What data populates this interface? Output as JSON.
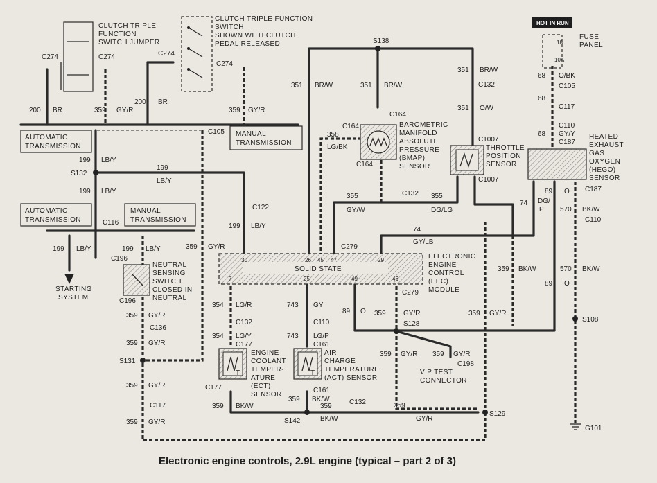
{
  "title": "Electronic engine controls, 2.9L engine (typical – part 2 of 3)",
  "hot_badge": "HOT IN RUN",
  "fuse_panel": {
    "label_1": "FUSE",
    "label_2": "PANEL",
    "fuse_18": "18",
    "fuse_10a": "10A"
  },
  "components": {
    "jumper_1": "CLUTCH TRIPLE",
    "jumper_2": "FUNCTION",
    "jumper_3": "SWITCH JUMPER",
    "cts_1": "CLUTCH TRIPLE FUNCTION",
    "cts_2": "SWITCH",
    "cts_3": "SHOWN WITH CLUTCH",
    "cts_4": "PEDAL RELEASED",
    "auto_trans_1_a": "AUTOMATIC",
    "auto_trans_1_b": "TRANSMISSION",
    "manual_trans_1_a": "MANUAL",
    "manual_trans_1_b": "TRANSMISSION",
    "auto_trans_2_a": "AUTOMATIC",
    "auto_trans_2_b": "TRANSMISSION",
    "manual_trans_2_a": "MANUAL",
    "manual_trans_2_b": "TRANSMISSION",
    "starting_1": "STARTING",
    "starting_2": "SYSTEM",
    "nss_1": "NEUTRAL",
    "nss_2": "SENSING",
    "nss_3": "SWITCH",
    "nss_4": "CLOSED IN",
    "nss_5": "NEUTRAL",
    "bmap_1": "BAROMETRIC",
    "bmap_2": "MANIFOLD",
    "bmap_3": "ABSOLUTE",
    "bmap_4": "PRESSURE",
    "bmap_5": "(BMAP)",
    "bmap_6": "SENSOR",
    "tps_1": "THROTTLE",
    "tps_2": "POSITION",
    "tps_3": "SENSOR",
    "hego_1": "HEATED",
    "hego_2": "EXHAUST",
    "hego_3": "GAS",
    "hego_4": "OXYGEN",
    "hego_5": "(HEGO)",
    "hego_6": "SENSOR",
    "eec_1": "ELECTRONIC",
    "eec_2": "ENGINE",
    "eec_3": "CONTROL",
    "eec_4": "(EEC)",
    "eec_5": "MODULE",
    "solid_state": "SOLID STATE",
    "ect_1": "ENGINE",
    "ect_2": "COOLANT",
    "ect_3": "TEMPER-",
    "ect_4": "ATURE",
    "ect_5": "(ECT)",
    "ect_6": "SENSOR",
    "act_1": "AIR",
    "act_2": "CHARGE",
    "act_3": "TEMPERATURE",
    "act_4": "(ACT) SENSOR",
    "vip_1": "VIP TEST",
    "vip_2": "CONNECTOR",
    "sensor_t": "T"
  },
  "connectors": {
    "c274": "C274",
    "c105": "C105",
    "c116": "C116",
    "c196": "C196",
    "c136": "C136",
    "c117": "C117",
    "c122": "C122",
    "c132": "C132",
    "c110": "C110",
    "c177": "C177",
    "c161": "C161",
    "c164": "C164",
    "c1007": "C1007",
    "c279": "C279",
    "c187": "C187",
    "c198": "C198"
  },
  "splices": {
    "s138": "S138",
    "s132": "S132",
    "s131": "S131",
    "s128": "S128",
    "s129": "S129",
    "s142": "S142",
    "s108": "S108",
    "g101": "G101"
  },
  "circuits": {
    "c200": "200",
    "c359": "359",
    "c199": "199",
    "c351": "351",
    "c358": "358",
    "c355": "355",
    "c74": "74",
    "c354": "354",
    "c743": "743",
    "c89": "89",
    "c570": "570",
    "c68": "68",
    "c355b": "355"
  },
  "colors": {
    "br": "BR",
    "gy_r": "GY/R",
    "lb_y": "LB/Y",
    "br_w": "BR/W",
    "o_w": "O/W",
    "lg_bk": "LG/BK",
    "gy_w": "GY/W",
    "dg_lg": "DG/LG",
    "gy_lb": "GY/LB",
    "lg_r": "LG/R",
    "gy": "GY",
    "lg_y": "LG/Y",
    "lg_p": "LG/P",
    "bk_w": "BK/W",
    "o": "O",
    "dg": "DG/",
    "p": "P",
    "o_bk": "O/BK",
    "gy_y": "GY/Y"
  },
  "pins": {
    "p30": "30",
    "p26": "26",
    "p45": "45",
    "p47": "47",
    "p29": "29",
    "p7": "7",
    "p25": "25",
    "p49": "49",
    "p46": "46"
  }
}
